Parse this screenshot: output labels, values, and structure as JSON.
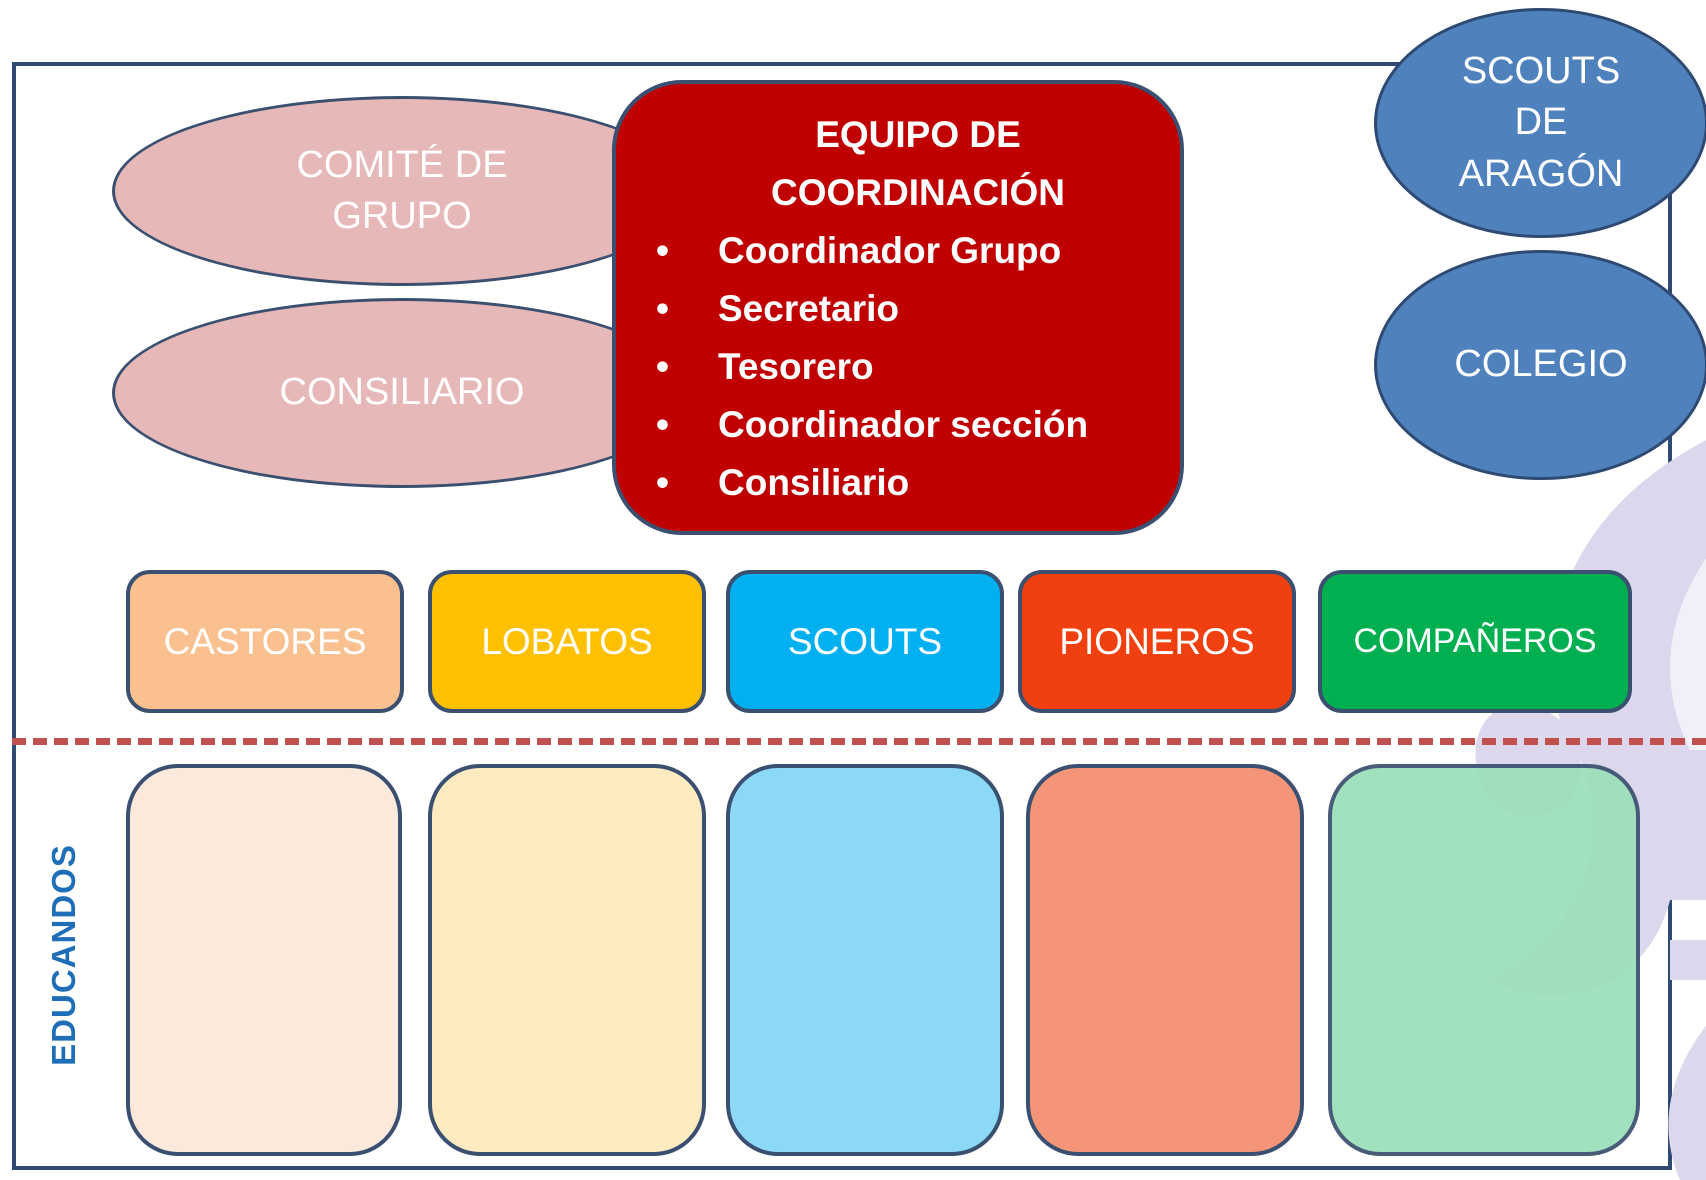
{
  "comite": "COMITÉ DE GRUPO",
  "consiliario": "CONSILIARIO",
  "coordinacion": {
    "title": "EQUIPO DE COORDINACIÓN",
    "items": [
      "Coordinador Grupo",
      "Secretario",
      "Tesorero",
      "Coordinador sección",
      "Consiliario"
    ]
  },
  "scouts_aragon": "SCOUTS DE ARAGÓN",
  "colegio": "COLEGIO",
  "sections": [
    {
      "label": "CASTORES",
      "color": "#fac090",
      "light": "#fce9dc"
    },
    {
      "label": "LOBATOS",
      "color": "#ffc000",
      "light": "#ffebc0"
    },
    {
      "label": "SCOUTS",
      "color": "#00b0f0",
      "light": "#8bd9f6"
    },
    {
      "label": "PIONEROS",
      "color": "#f04010",
      "light": "#f4957a"
    },
    {
      "label": "COMPAÑEROS",
      "color": "#00b050",
      "light": "#9cdfb9"
    }
  ],
  "educandos": "EDUCANDOS"
}
